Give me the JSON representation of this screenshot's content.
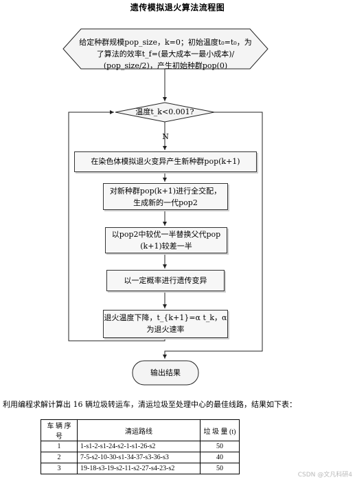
{
  "title": "遗传模拟退火算法流程图",
  "nodes": {
    "init_line1": "给定种群规模pop_size，k=0；初始温度t₀=t₀，为",
    "init_line2": "了算法的效率t_f=(最大成本一最小成本)/",
    "init_line3": "(pop_size/2)，产生初始种群pop(0)",
    "decision": "温度t_k<0.001?",
    "branch_no": "N",
    "mutate": "在染色体模拟退火变异产生新种群pop(k+1)",
    "crossover_line1": "对新种群pop(k+1)进行全交配，",
    "crossover_line2": "生成新的一代pop2",
    "replace_line1": "以pop2中较优一半替换父代pop",
    "replace_line2": "(k+1)较差一半",
    "genetic_mutation": "以一定概率进行遗传变异",
    "cooling_line1": "退火温度下降，t_{k+1}=α t_k，α",
    "cooling_line2": "为退火速率",
    "output": "输出结果"
  },
  "sentence": "利用编程求解计算出 16 辆垃圾转运车，清运垃圾至处理中心的最佳线路，结果如下表：",
  "table": {
    "headers": [
      "车 辆 序 号",
      "清运路线",
      "垃 圾 量 (t)"
    ],
    "rows": [
      [
        "1",
        "1-s1-2-s1-24-s2-1-s1-26-s2",
        "50"
      ],
      [
        "2",
        "7-5-s2-10-30-s1-34-37-s3-36-s3",
        "40"
      ],
      [
        "3",
        "19-18-s3-19-s2-11-s2-27-s4-23-s2",
        "50"
      ]
    ]
  },
  "watermark": "CSDN @文凡科研4"
}
